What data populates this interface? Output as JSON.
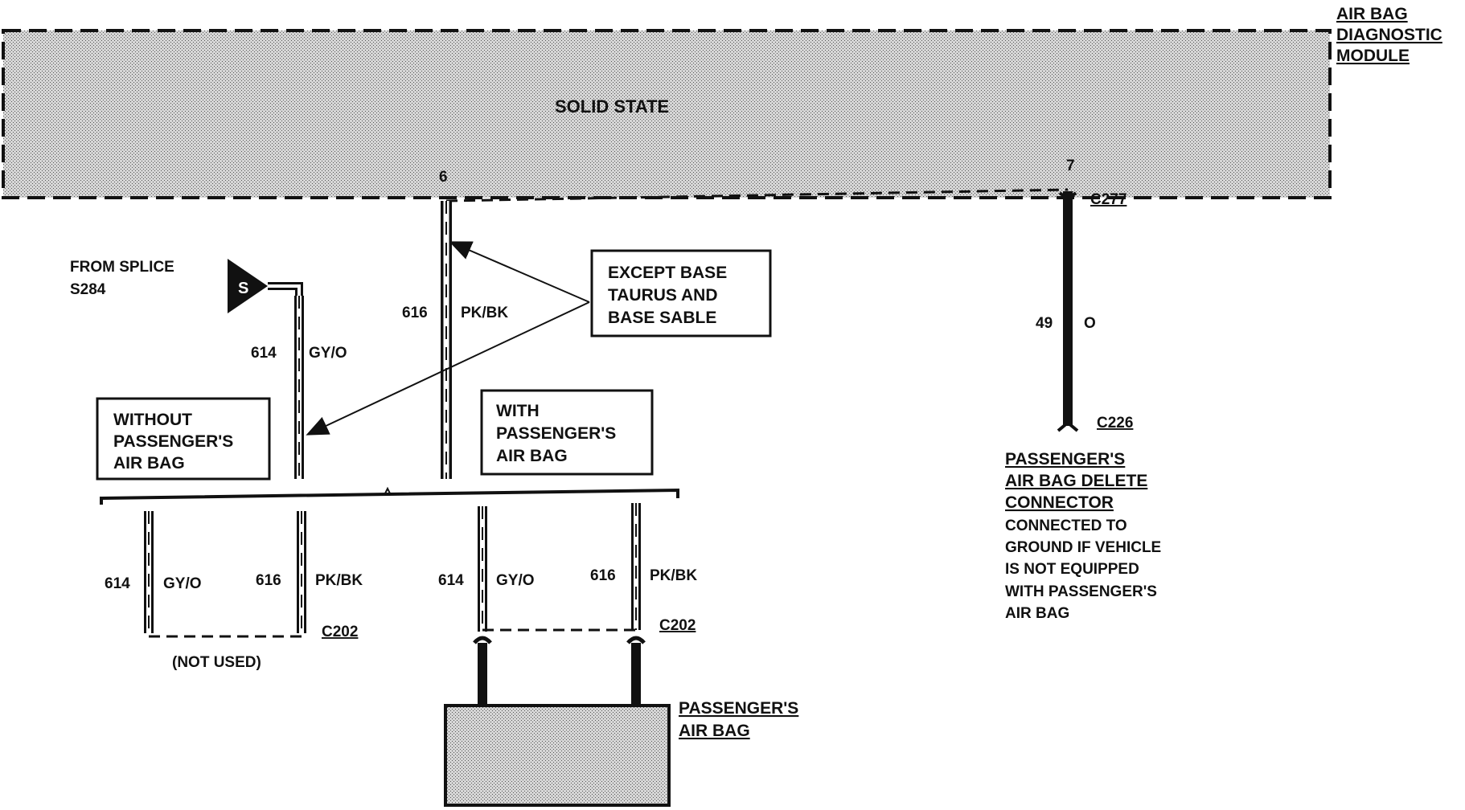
{
  "module": {
    "title_lines": [
      "AIR BAG",
      "DIAGNOSTIC",
      "MODULE"
    ],
    "inner_label": "SOLID STATE",
    "pin_left": "6",
    "pin_right": "7"
  },
  "connectors": {
    "c277": "C277",
    "c226": "C226",
    "c202_left": "C202",
    "c202_right": "C202"
  },
  "splice": {
    "label_line1": "FROM SPLICE",
    "label_line2": "S284",
    "symbol": "S"
  },
  "wires": {
    "w614_top_num": "614",
    "w614_top_color": "GY/O",
    "w616_top_num": "616",
    "w616_top_color": "PK/BK",
    "w49_num": "49",
    "w49_color": "O",
    "w614_bl_num": "614",
    "w614_bl_color": "GY/O",
    "w616_bl_num": "616",
    "w616_bl_color": "PK/BK",
    "w614_br_num": "614",
    "w614_br_color": "GY/O",
    "w616_br_num": "616",
    "w616_br_color": "PK/BK"
  },
  "notes": {
    "except_lines": [
      "EXCEPT BASE",
      "TAURUS AND",
      "BASE SABLE"
    ],
    "without_lines": [
      "WITHOUT",
      "PASSENGER'S",
      "AIR BAG"
    ],
    "with_lines": [
      "WITH",
      "PASSENGER'S",
      "AIR BAG"
    ],
    "not_used": "(NOT USED)",
    "passenger_airbag_lines": [
      "PASSENGER'S",
      "AIR BAG"
    ],
    "delete_connector_lines": [
      "PASSENGER'S",
      "AIR BAG DELETE",
      "CONNECTOR",
      "CONNECTED TO",
      "GROUND IF VEHICLE",
      "IS NOT EQUIPPED",
      "WITH PASSENGER'S",
      "AIR BAG"
    ]
  },
  "colors": {
    "ink": "#111111",
    "stipple": "#bdbdbd"
  }
}
